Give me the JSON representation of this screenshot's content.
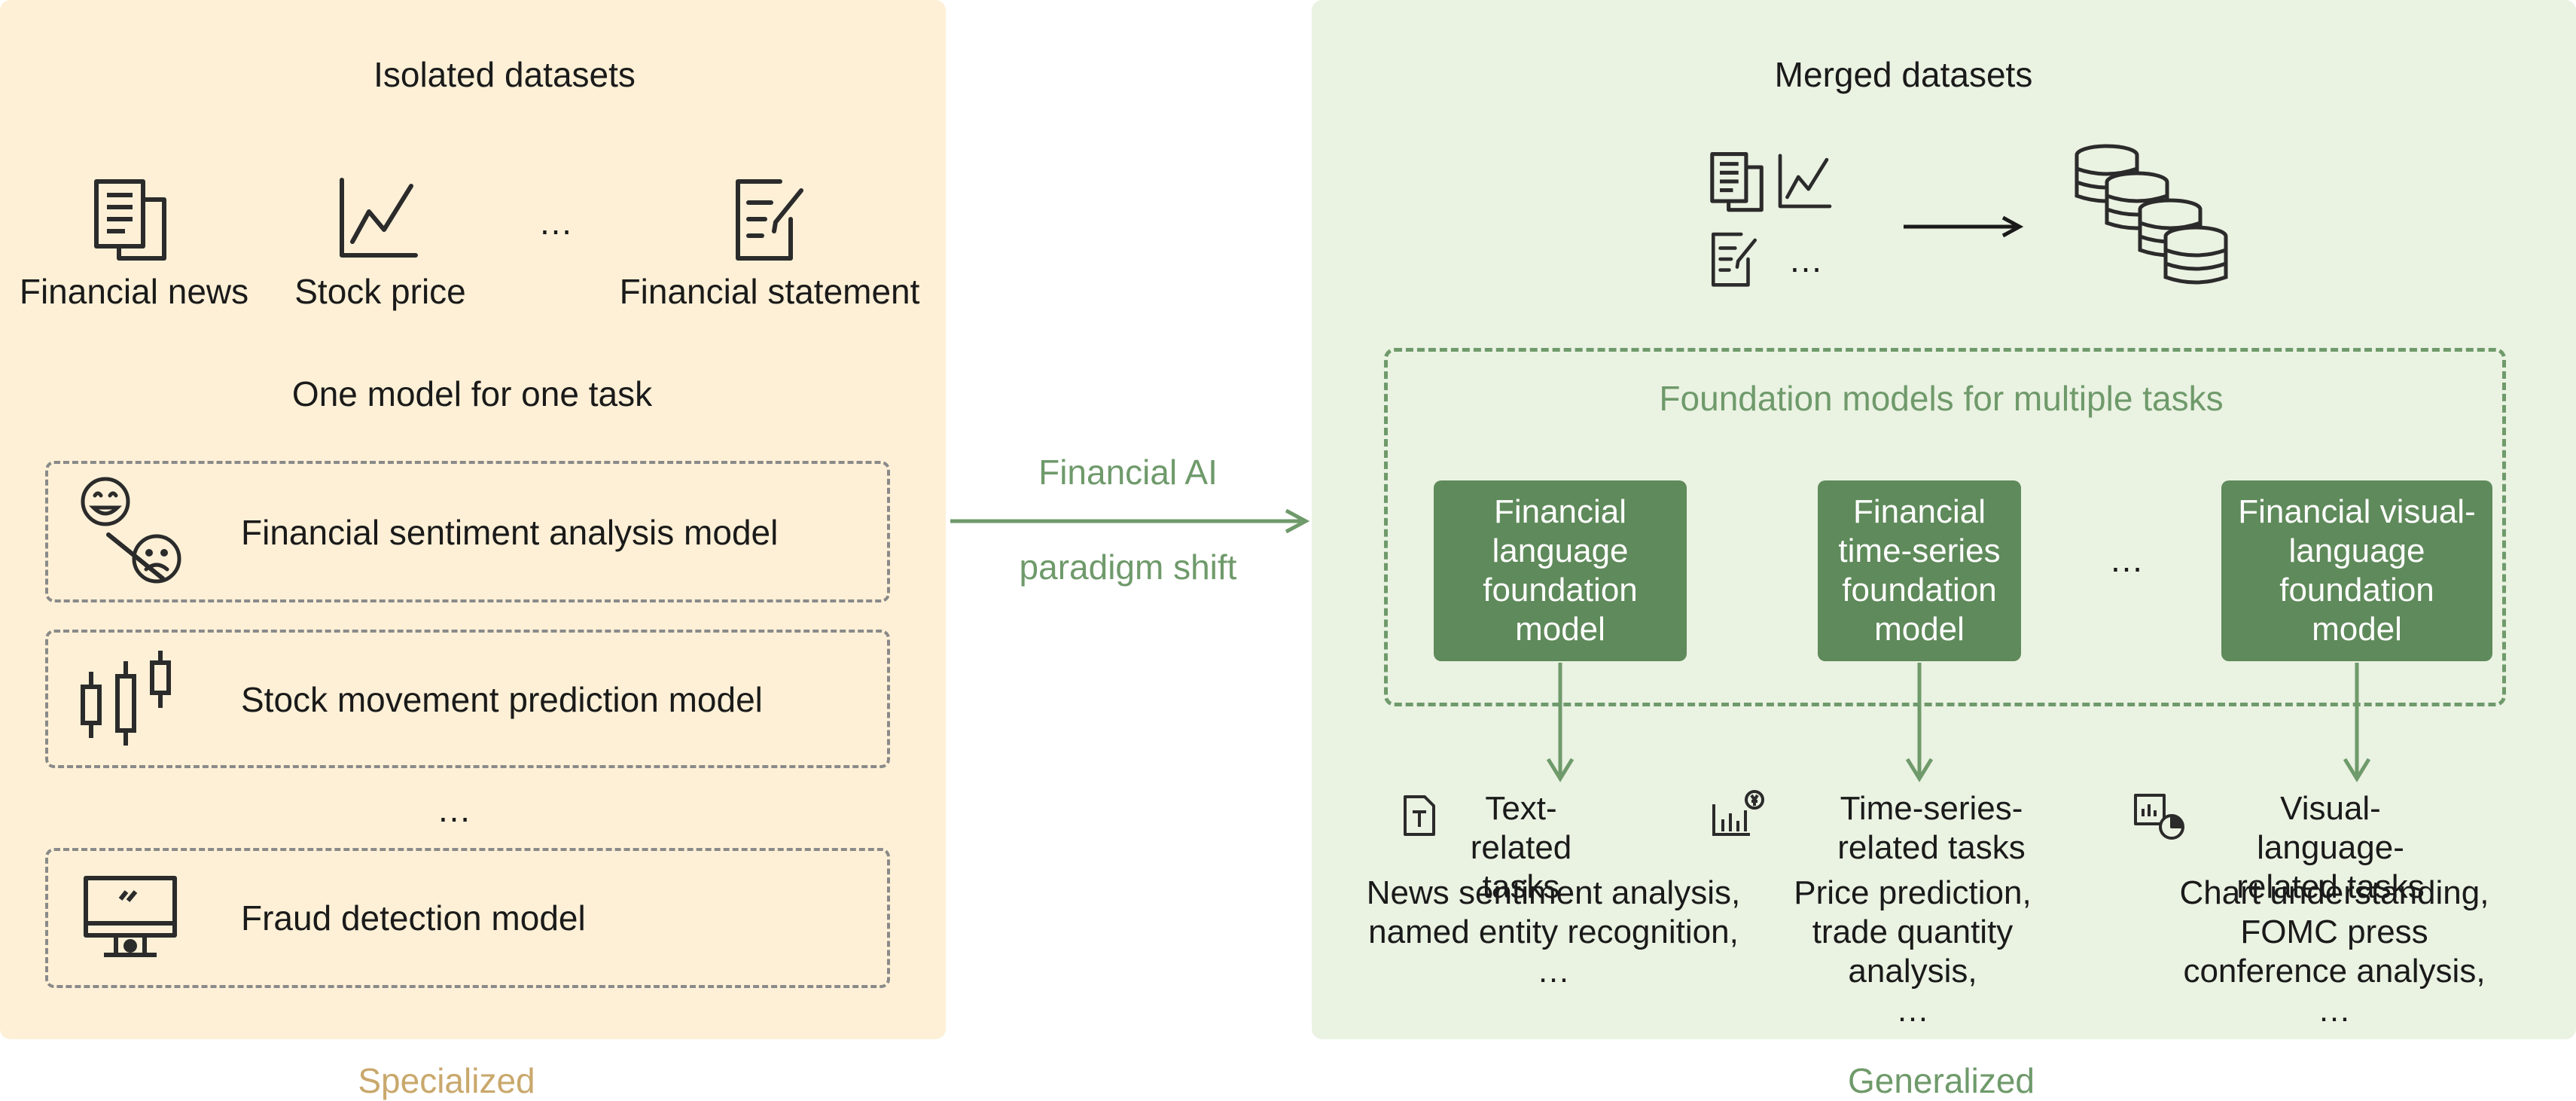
{
  "left": {
    "title": "Isolated datasets",
    "datasets": [
      {
        "label": "Financial news",
        "icon": "newspaper-icon"
      },
      {
        "label": "Stock price",
        "icon": "line-chart-icon"
      },
      {
        "label": "Financial statement",
        "icon": "document-edit-icon"
      }
    ],
    "datasets_ellipsis": "…",
    "subtitle": "One model for one task",
    "models": [
      {
        "label": "Financial sentiment analysis model",
        "icon": "sentiment-icon"
      },
      {
        "label": "Stock movement prediction model",
        "icon": "candlestick-icon"
      },
      {
        "label": "Fraud detection model",
        "icon": "monitor-alert-icon"
      }
    ],
    "models_ellipsis": "…",
    "footer": "Specialized"
  },
  "middle": {
    "line1": "Financial AI",
    "line2": "paradigm shift"
  },
  "right": {
    "title": "Merged datasets",
    "merged_ellipsis": "…",
    "foundation_title": "Foundation models for multiple tasks",
    "foundation_models": [
      {
        "label": "Financial language foundation model"
      },
      {
        "label": "Financial time-series foundation model"
      },
      {
        "label": "Financial visual-language foundation model"
      }
    ],
    "foundation_ellipsis": "…",
    "tasks": [
      {
        "heading": "Text-related tasks",
        "examples": "News sentiment analysis, named entity recognition,",
        "more": "…",
        "icon": "text-document-icon"
      },
      {
        "heading": "Time-series-related tasks",
        "examples": "Price prediction, trade quantity analysis,",
        "more": "…",
        "icon": "bar-chart-currency-icon"
      },
      {
        "heading": "Visual-language-related tasks",
        "examples": "Chart understanding, FOMC press conference analysis,",
        "more": "…",
        "icon": "chart-image-icon"
      }
    ],
    "footer": "Generalized"
  },
  "colors": {
    "left_bg": "#fdf0d6",
    "right_bg": "#eaf2e2",
    "green": "#5f8a5b",
    "green_light": "#6f9a6b",
    "tan": "#c9a86c"
  }
}
